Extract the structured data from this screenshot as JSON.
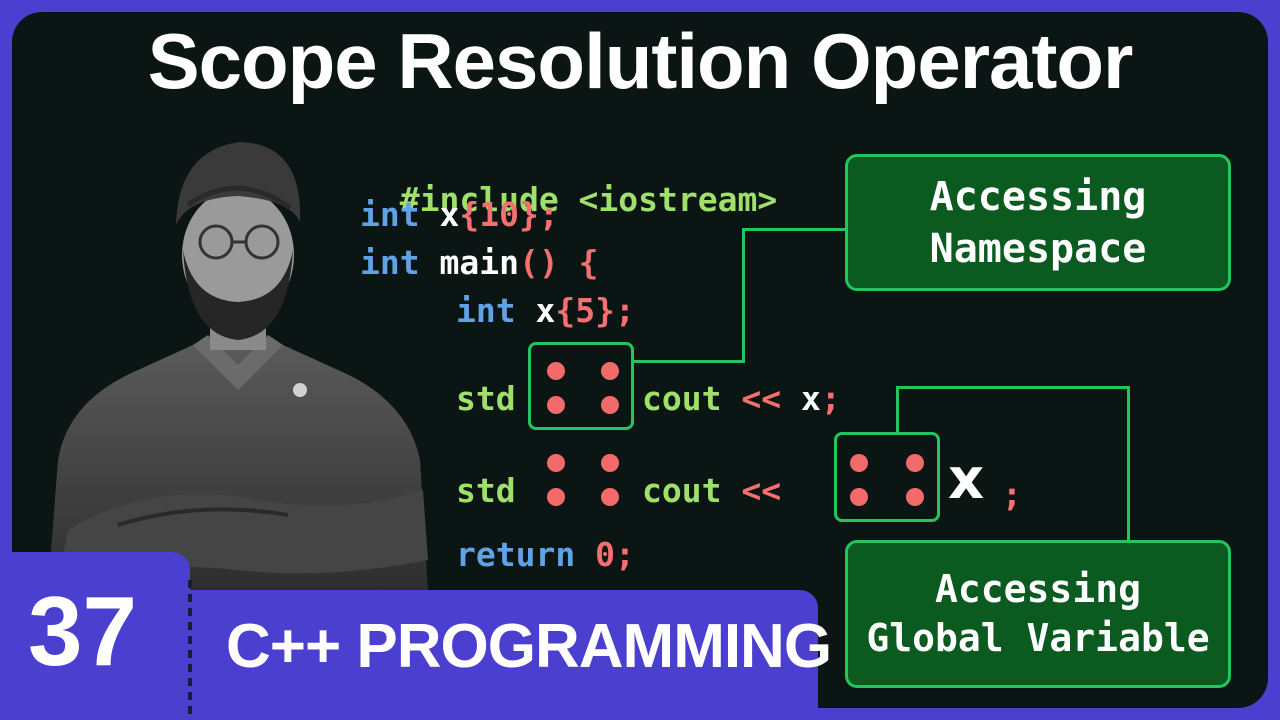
{
  "title": "Scope Resolution Operator",
  "code": {
    "line1": "#include <iostream>",
    "line2_kw": "int",
    "line2_name": "x",
    "line2_val": "{10}",
    "line2_end": ";",
    "line3_kw": "int",
    "line3_name": "main",
    "line3_paren": "() {",
    "line4_kw": "int",
    "line4_name": "x",
    "line4_val": "{5}",
    "line4_end": ";",
    "line5_ns": "std",
    "line5_name": "cout",
    "line5_op": "<<",
    "line5_var": "x",
    "line5_end": ";",
    "line6_ns": "std",
    "line6_name": "cout",
    "line6_op": "<<",
    "line6_var": "x",
    "line6_end": ";",
    "line7_kw": "return",
    "line7_val": "0",
    "line7_end": ";"
  },
  "callouts": {
    "namespace_line1": "Accessing",
    "namespace_line2": "Namespace",
    "global_line1": "Accessing",
    "global_line2": "Global Variable"
  },
  "badge": {
    "number": "37",
    "series": "C++ PROGRAMMING"
  },
  "colors": {
    "background": "#4b3fd0",
    "panel": "#0b1513",
    "keyword": "#5fa3e6",
    "green": "#9fe06a",
    "accent_red": "#f47070",
    "callout_fill": "#0b5a1f",
    "callout_border": "#22c55e"
  }
}
